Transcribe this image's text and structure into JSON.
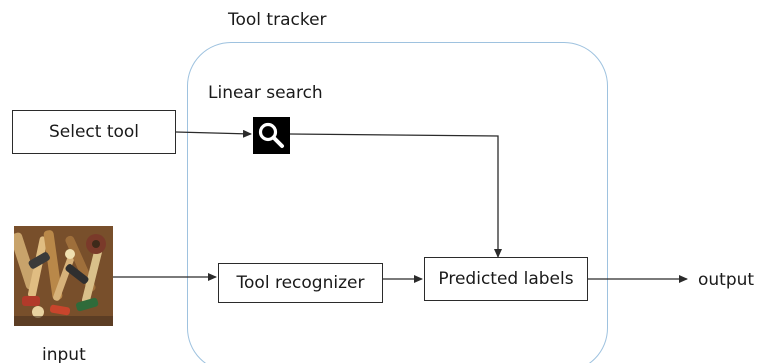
{
  "diagram": {
    "container_title": "Tool tracker",
    "search_label": "Linear search",
    "select_tool_label": "Select tool",
    "recognizer_label": "Tool recognizer",
    "predicted_labels_label": "Predicted labels",
    "output_label": "output",
    "input_label": "input",
    "colors": {
      "container_border": "#9ec2df",
      "box_border": "#2b2b2b",
      "arrow": "#2b2b2b",
      "search_icon_bg": "#000000",
      "search_icon_fg": "#ffffff"
    },
    "icons": {
      "search": "magnifier-icon",
      "input_image": "tools-photo"
    }
  }
}
